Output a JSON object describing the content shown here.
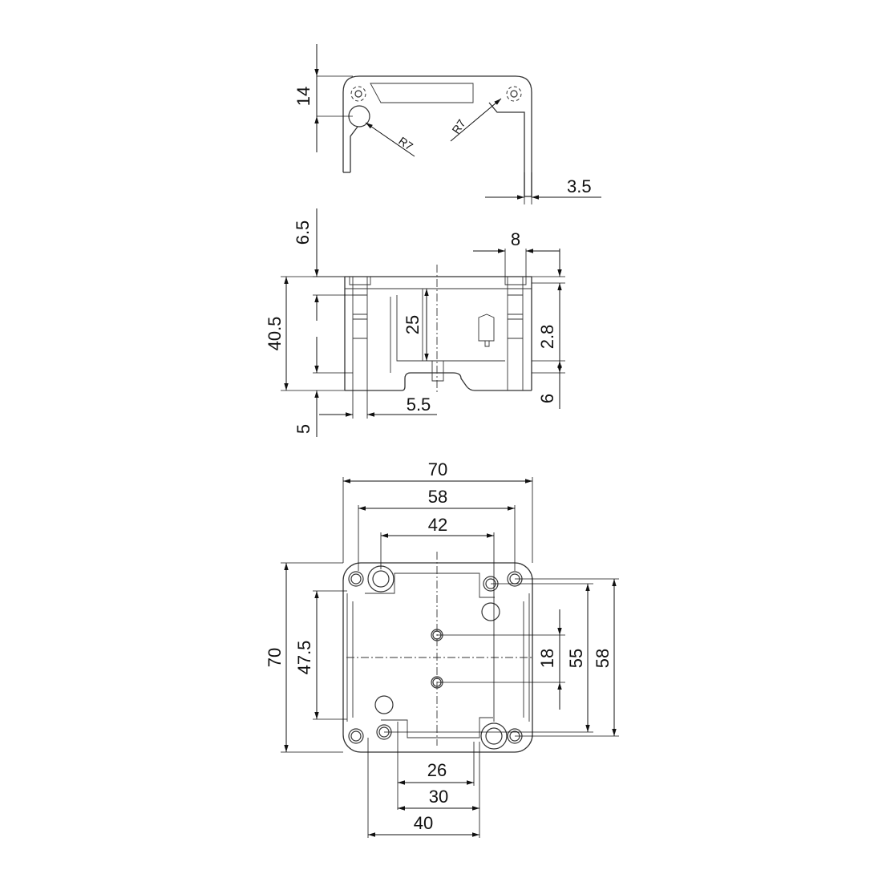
{
  "views": {
    "side_top": {
      "label_14": "14",
      "label_r7_left": "R7",
      "label_r7_right": "R7",
      "label_3_5": "3.5"
    },
    "front": {
      "label_6_5": "6.5",
      "label_8": "8",
      "label_40_5": "40.5",
      "label_25": "25",
      "label_2_8": "2.8",
      "label_5_5": "5.5",
      "label_6": "6",
      "label_5": "5"
    },
    "plan": {
      "label_70_w": "70",
      "label_58_w": "58",
      "label_42": "42",
      "label_70_h": "70",
      "label_47_5": "47.5",
      "label_18": "18",
      "label_55": "55",
      "label_58_h": "58",
      "label_26": "26",
      "label_30": "30",
      "label_40": "40"
    }
  }
}
